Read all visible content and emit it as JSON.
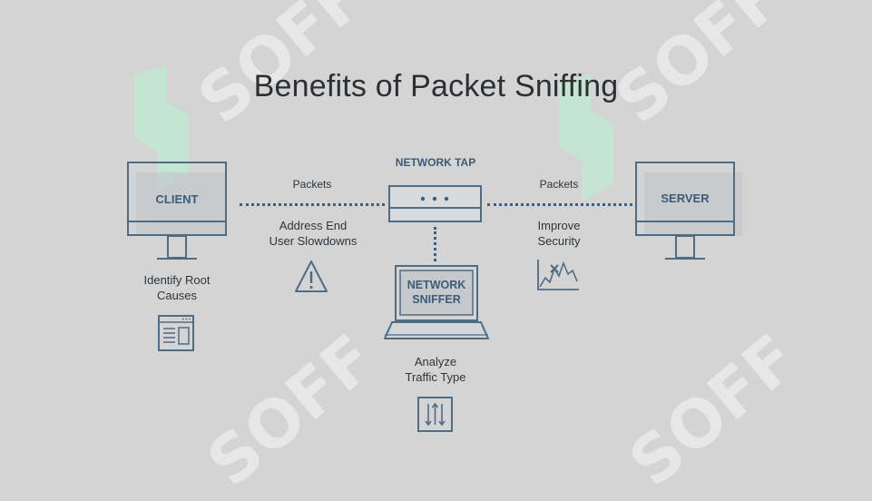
{
  "title": "Benefits of Packet Sniffing",
  "nodes": {
    "client": "CLIENT",
    "server": "SERVER",
    "tap": "NETWORK TAP",
    "sniffer_line1": "NETWORK",
    "sniffer_line2": "SNIFFER"
  },
  "links": {
    "left_packets": "Packets",
    "right_packets": "Packets"
  },
  "benefits": {
    "address_line1": "Address End",
    "address_line2": "User Slowdowns",
    "identify_line1": "Identify Root",
    "identify_line2": "Causes",
    "improve_line1": "Improve",
    "improve_line2": "Security",
    "analyze_line1": "Analyze",
    "analyze_line2": "Traffic Type"
  },
  "watermark": "SOFF",
  "icons": [
    "monitor-icon",
    "warning-icon",
    "browser-window-icon",
    "security-chart-icon",
    "laptop-icon",
    "traffic-arrows-icon"
  ],
  "colors": {
    "background": "#d4d4d4",
    "line": "#4f6c85",
    "accent_text": "#3b5b77",
    "watermark_green": "#b6e6cc"
  }
}
